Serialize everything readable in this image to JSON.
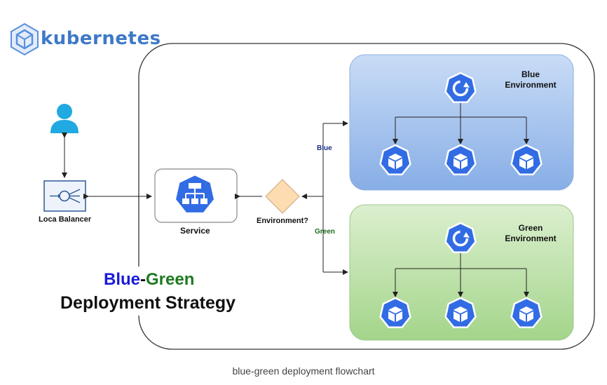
{
  "brand": {
    "name": "kubernetes"
  },
  "nodes": {
    "load_balancer": "Loca Balancer",
    "service": "Service",
    "decision": "Environment?"
  },
  "edges": {
    "blue": "Blue",
    "green": "Green"
  },
  "environments": {
    "blue": {
      "line1": "Blue",
      "line2": "Environment"
    },
    "green": {
      "line1": "Green",
      "line2": "Environment"
    }
  },
  "title": {
    "part_blue": "Blue",
    "dash": "-",
    "part_green": "Green",
    "line2": "Deployment Strategy"
  },
  "caption": "blue-green deployment flowchart",
  "colors": {
    "k8s_blue": "#326ce5",
    "blue_env_bg": "#a9c6ee",
    "green_env_bg": "#c3e4b0",
    "title_blue": "#1a1adb",
    "title_green": "#1f7a1f",
    "decision_fill": "#fcdcb0",
    "user_icon": "#21a9e1"
  },
  "icons": {
    "logo": "kubernetes-logo-icon",
    "user": "user-icon",
    "load_balancer": "load-balancer-icon",
    "service": "k8s-service-icon",
    "deployment": "k8s-deployment-icon",
    "pod": "k8s-pod-icon"
  }
}
